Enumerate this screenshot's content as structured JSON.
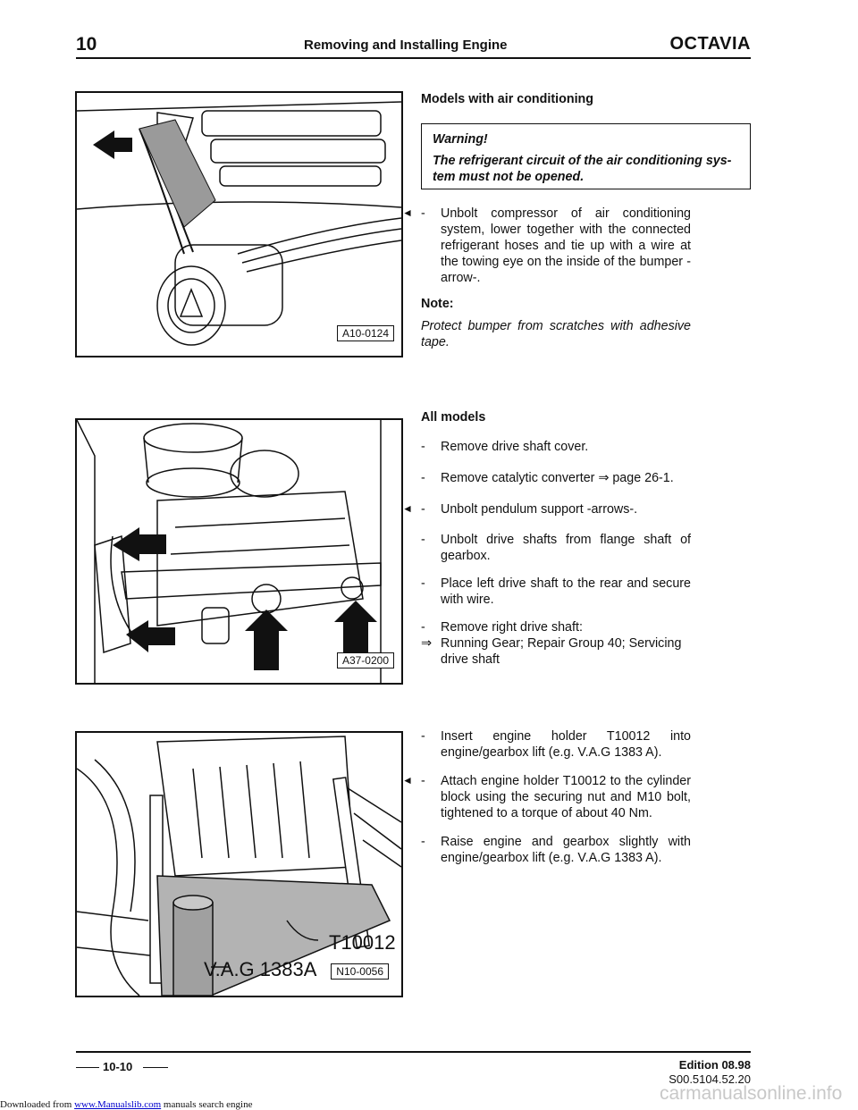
{
  "header": {
    "chapter": "10",
    "title": "Removing and Installing Engine",
    "brand": "OCTAVIA"
  },
  "figures": [
    {
      "code": "A10-0124"
    },
    {
      "code": "A37-0200"
    },
    {
      "code": "N10-0056",
      "labels": {
        "tool": "T10012",
        "lift": "V.A.G 1383A"
      }
    }
  ],
  "section1": {
    "heading": "Models with air conditioning",
    "warning_title": "Warning!",
    "warning_text_1": "The refrigerant circuit of the air conditioning sys-",
    "warning_text_2": "tem must not be opened.",
    "step": "Unbolt compressor of air conditioning system, lower together with the connected refrigerant hoses and tie up with a wire at the towing eye on the inside of the bumper -arrow-.",
    "note_label": "Note:",
    "note_text": "Protect bumper from scratches with adhesive tape."
  },
  "section2": {
    "heading": "All models",
    "step1": "Remove drive shaft cover.",
    "step2": "Remove catalytic converter ⇒ page 26-1.",
    "step3": "Unbolt pendulum support -arrows-.",
    "step4": "Unbolt drive shafts from flange shaft of gearbox.",
    "step5": "Place left drive shaft to the rear and secure with wire.",
    "step6": "Remove right drive shaft:",
    "ref_arrow": "⇒",
    "ref_text": "Running Gear; Repair Group 40; Servicing drive shaft"
  },
  "section3": {
    "step1": "Insert engine holder T10012 into engine/gearbox lift (e.g. V.A.G 1383 A).",
    "step2": "Attach engine holder T10012 to the cylinder block using the securing nut and M10 bolt, tightened to a torque of about 40 Nm.",
    "step3": "Raise engine and gearbox slightly with engine/gearbox lift (e.g. V.A.G 1383 A)."
  },
  "common": {
    "dash": "-",
    "marker": "◄"
  },
  "footer": {
    "page": "10-10",
    "edition": "Edition 08.98",
    "doc_code": "S00.5104.52.20",
    "download_prefix": "Downloaded from",
    "download_link": "www.Manualslib.com",
    "download_suffix": " manuals search engine",
    "watermark": "carmanualsonline.info"
  }
}
